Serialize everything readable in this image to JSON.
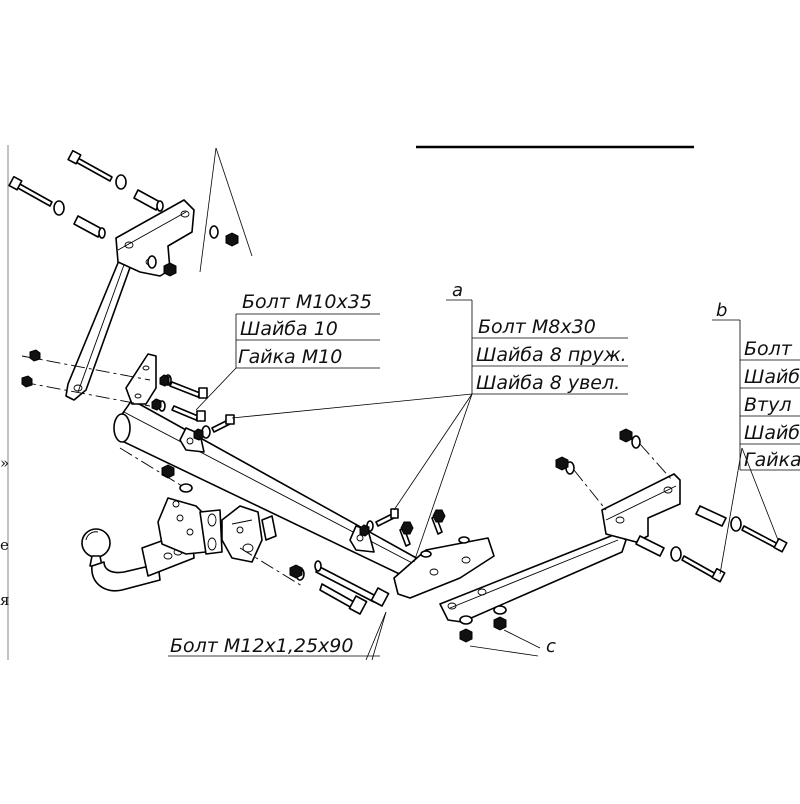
{
  "groups": {
    "top_left": {
      "items": [
        "Болт М10х35",
        "Шайба 10",
        "Гайка М10"
      ]
    },
    "a": {
      "letter": "a",
      "items": [
        "Болт М8х30",
        "Шайба 8 пруж.",
        "Шайба 8 увел."
      ]
    },
    "b": {
      "letter": "b",
      "items": [
        "Болт",
        "Шайб",
        "Втул",
        "Шайб",
        "Гайка"
      ]
    },
    "bottom": {
      "items": [
        "Болт М12х1,25х90"
      ]
    },
    "c": {
      "letter": "c"
    }
  },
  "edge_fragments": [
    "»",
    "е",
    "я"
  ]
}
